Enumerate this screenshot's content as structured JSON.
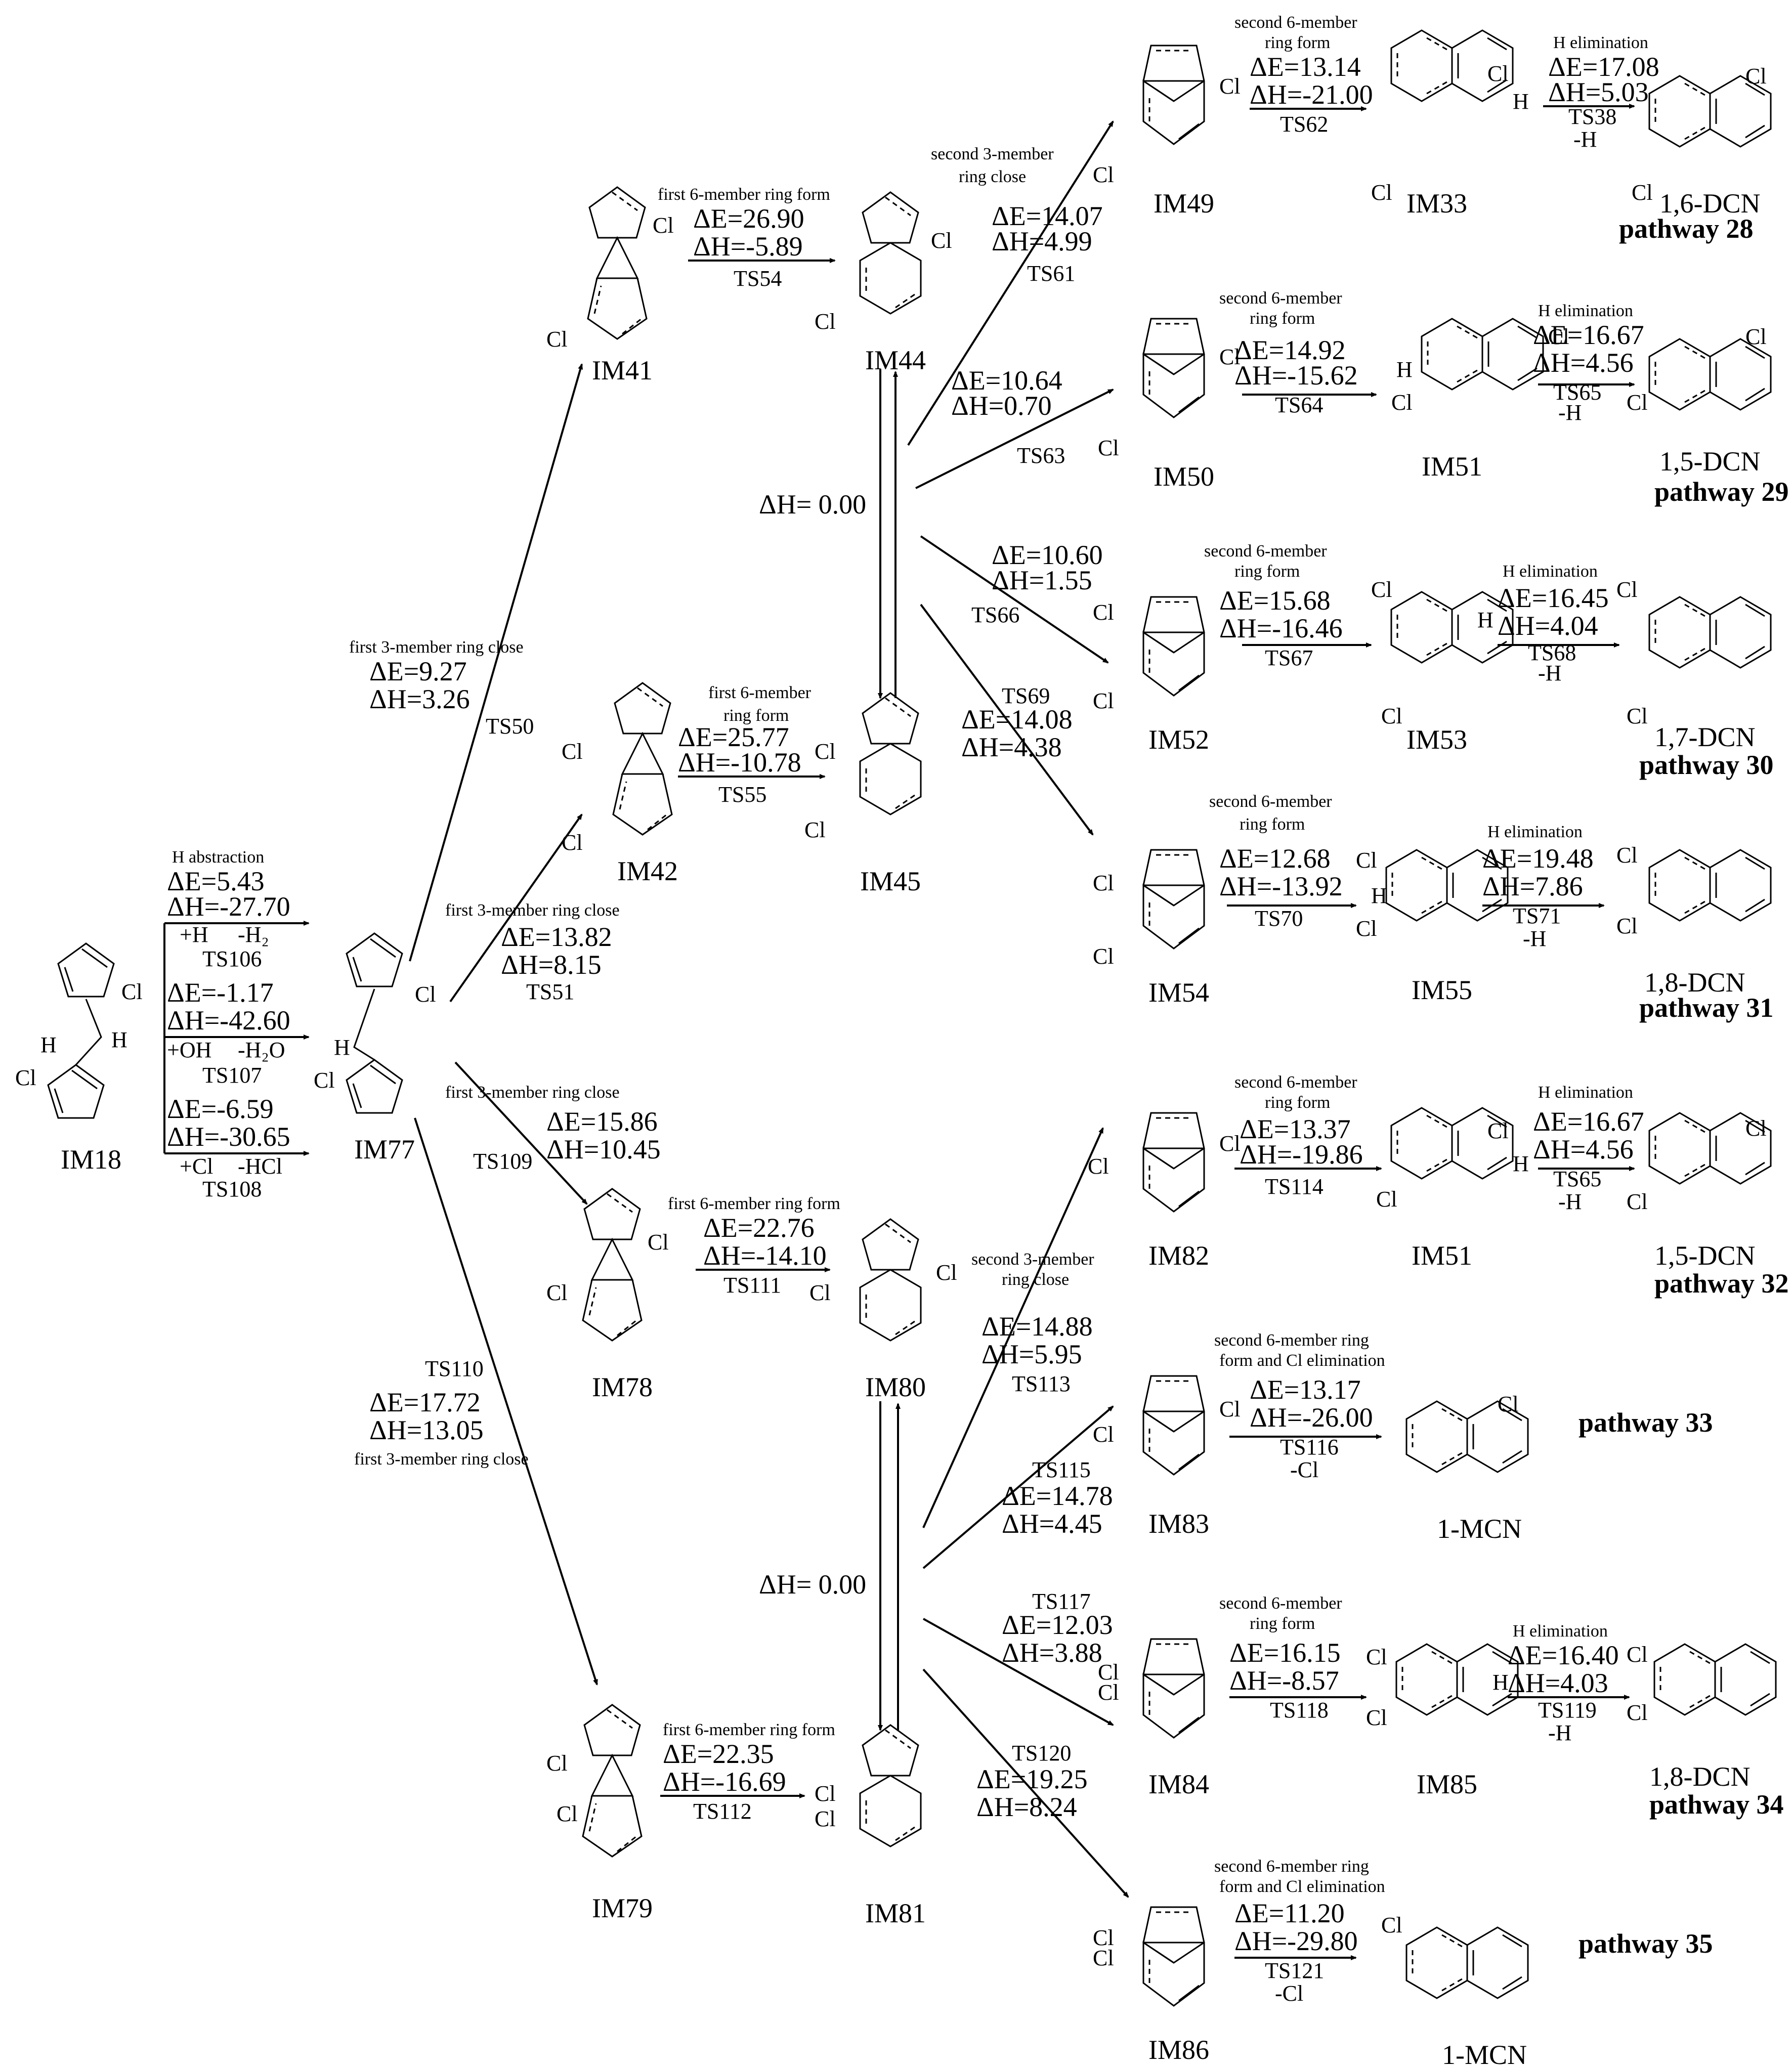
{
  "delta_h_zero": "ΔH= 0.00",
  "molecules": {
    "IM18": "IM18",
    "IM77": "IM77",
    "IM41": "IM41",
    "IM42": "IM42",
    "IM44": "IM44",
    "IM45": "IM45",
    "IM49": "IM49",
    "IM50": "IM50",
    "IM52": "IM52",
    "IM54": "IM54",
    "IM33": "IM33",
    "IM51": "IM51",
    "IM53": "IM53",
    "IM55": "IM55",
    "IM78": "IM78",
    "IM79": "IM79",
    "IM80": "IM80",
    "IM81": "IM81",
    "IM82": "IM82",
    "IM83": "IM83",
    "IM84": "IM84",
    "IM86": "IM86",
    "IM51b": "IM51",
    "IM85": "IM85"
  },
  "cl": "Cl",
  "h": "H",
  "steps": {
    "s106": {
      "title": "H abstraction",
      "e": "ΔE=5.43",
      "h": "ΔH=-27.70",
      "add": "+H",
      "rem": "-H₂",
      "ts": "TS106"
    },
    "s107": {
      "e": "ΔE=-1.17",
      "h": "ΔH=-42.60",
      "add": "+OH",
      "rem": "-H₂O",
      "ts": "TS107"
    },
    "s108": {
      "e": "ΔE=-6.59",
      "h": "ΔH=-30.65",
      "add": "+Cl",
      "rem": "-HCl",
      "ts": "TS108"
    },
    "s50": {
      "title": "first 3-member ring close",
      "e": "ΔE=9.27",
      "h": "ΔH=3.26",
      "ts": "TS50"
    },
    "s51": {
      "title": "first 3-member ring close",
      "e": "ΔE=13.82",
      "h": "ΔH=8.15",
      "ts": "TS51"
    },
    "s109": {
      "title": "first 3-member ring close",
      "e": "ΔE=15.86",
      "h": "ΔH=10.45",
      "ts": "TS109"
    },
    "s110": {
      "title": "first 3-member ring close",
      "e": "ΔE=17.72",
      "h": "ΔH=13.05",
      "ts": "TS110"
    },
    "s54": {
      "title": "first 6-member ring form",
      "e": "ΔE=26.90",
      "h": "ΔH=-5.89",
      "ts": "TS54"
    },
    "s55": {
      "title1": "first 6-member",
      "title2": "ring form",
      "e": "ΔE=25.77",
      "h": "ΔH=-10.78",
      "ts": "TS55"
    },
    "s111": {
      "title": "first 6-member ring form",
      "e": "ΔE=22.76",
      "h": "ΔH=-14.10",
      "ts": "TS111"
    },
    "s112": {
      "title": "first 6-member ring form",
      "e": "ΔE=22.35",
      "h": "ΔH=-16.69",
      "ts": "TS112"
    },
    "s61": {
      "title1": "second 3-member",
      "title2": "ring close",
      "e": "ΔE=14.07",
      "h": "ΔH=4.99",
      "ts": "TS61"
    },
    "s63": {
      "e": "ΔE=10.64",
      "h": "ΔH=0.70",
      "ts": "TS63"
    },
    "s66": {
      "e": "ΔE=10.60",
      "h": "ΔH=1.55",
      "ts": "TS66"
    },
    "s69": {
      "e": "ΔE=14.08",
      "h": "ΔH=4.38",
      "ts": "TS69"
    },
    "s113": {
      "title1": "second 3-member",
      "title2": "ring close",
      "e": "ΔE=14.88",
      "h": "ΔH=5.95",
      "ts": "TS113"
    },
    "s115": {
      "e": "ΔE=14.78",
      "h": "ΔH=4.45",
      "ts": "TS115"
    },
    "s117": {
      "e": "ΔE=12.03",
      "h": "ΔH=3.88",
      "ts": "TS117"
    },
    "s120": {
      "e": "ΔE=19.25",
      "h": "ΔH=8.24",
      "ts": "TS120"
    },
    "s62": {
      "title1": "second 6-member",
      "title2": "ring form",
      "e": "ΔE=13.14",
      "h": "ΔH=-21.00",
      "ts": "TS62"
    },
    "s64": {
      "title1": "second 6-member",
      "title2": "ring form",
      "e": "ΔE=14.92",
      "h": "ΔH=-15.62",
      "ts": "TS64"
    },
    "s67": {
      "title1": "second 6-member",
      "title2": "ring form",
      "e": "ΔE=15.68",
      "h": "ΔH=-16.46",
      "ts": "TS67"
    },
    "s70": {
      "title1": "second 6-member",
      "title2": "ring form",
      "e": "ΔE=12.68",
      "h": "ΔH=-13.92",
      "ts": "TS70"
    },
    "s114": {
      "title1": "second 6-member",
      "title2": "ring form",
      "e": "ΔE=13.37",
      "h": "ΔH=-19.86",
      "ts": "TS114"
    },
    "s116": {
      "title1": "second 6-member ring",
      "title2": "form and Cl elimination",
      "e": "ΔE=13.17",
      "h": "ΔH=-26.00",
      "ts": "TS116",
      "rem": "-Cl"
    },
    "s118": {
      "title1": "second 6-member",
      "title2": "ring form",
      "e": "ΔE=16.15",
      "h": "ΔH=-8.57",
      "ts": "TS118"
    },
    "s121": {
      "title1": "second 6-member ring",
      "title2": "form and Cl elimination",
      "e": "ΔE=11.20",
      "h": "ΔH=-29.80",
      "ts": "TS121",
      "rem": "-Cl"
    },
    "s38": {
      "title": "H elimination",
      "e": "ΔE=17.08",
      "h": "ΔH=5.03",
      "ts": "TS38",
      "rem": "-H"
    },
    "s65": {
      "title": "H elimination",
      "e": "ΔE=16.67",
      "h": "ΔH=4.56",
      "ts": "TS65",
      "rem": "-H"
    },
    "s68": {
      "title": "H elimination",
      "e": "ΔE=16.45",
      "h": "ΔH=4.04",
      "ts": "TS68",
      "rem": "-H"
    },
    "s71": {
      "title": "H elimination",
      "e": "ΔE=19.48",
      "h": "ΔH=7.86",
      "ts": "TS71",
      "rem": "-H"
    },
    "s65b": {
      "title": "H elimination",
      "e": "ΔE=16.67",
      "h": "ΔH=4.56",
      "ts": "TS65",
      "rem": "-H"
    },
    "s119": {
      "title": "H elimination",
      "e": "ΔE=16.40",
      "h": "ΔH=4.03",
      "ts": "TS119",
      "rem": "-H"
    }
  },
  "products": {
    "p28": {
      "name": "1,6-DCN",
      "pathway": "pathway 28"
    },
    "p29": {
      "name": "1,5-DCN",
      "pathway": "pathway 29"
    },
    "p30": {
      "name": "1,7-DCN",
      "pathway": "pathway 30"
    },
    "p31": {
      "name": "1,8-DCN",
      "pathway": "pathway 31"
    },
    "p32": {
      "name": "1,5-DCN",
      "pathway": "pathway 32"
    },
    "p33": {
      "name": "1-MCN",
      "pathway": "pathway 33"
    },
    "p34": {
      "name": "1,8-DCN",
      "pathway": "pathway 34"
    },
    "p35": {
      "name": "1-MCN",
      "pathway": "pathway 35"
    }
  }
}
